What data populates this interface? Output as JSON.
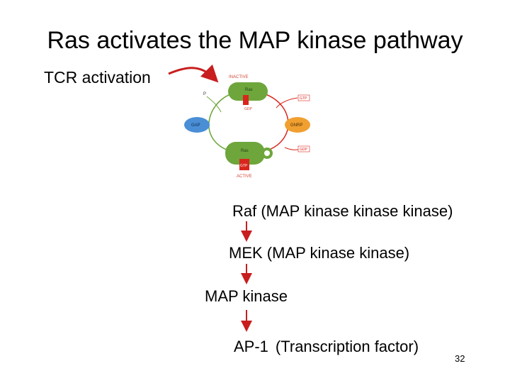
{
  "slide": {
    "title": "Ras activates the MAP kinase pathway",
    "trigger_label": "TCR activation",
    "page_number": "32"
  },
  "diagram": {
    "inactive_label": "INACTIVE",
    "active_label": "ACTIVE",
    "top_protein": "Ras",
    "bottom_protein": "Ras",
    "top_nucleotide": "GDP",
    "bottom_nucleotide": "GTP",
    "left_enzyme": "GAP",
    "right_enzyme": "GNRP",
    "gtp_in": "GTP",
    "gdp_out": "GDP",
    "phosphate": "P",
    "colors": {
      "protein": "#6ea63c",
      "left_enzyme": "#4a8fd6",
      "right_enzyme": "#f0a030",
      "nucleotide": "#d9261c",
      "label": "#d04a3a"
    }
  },
  "cascade": {
    "steps": [
      "Raf (MAP kinase kinase kinase)",
      "MEK (MAP kinase kinase)",
      "MAP kinase"
    ],
    "final_step": "AP-1",
    "final_note": "(Transcription factor)",
    "arrow_color": "#c81e1e"
  }
}
